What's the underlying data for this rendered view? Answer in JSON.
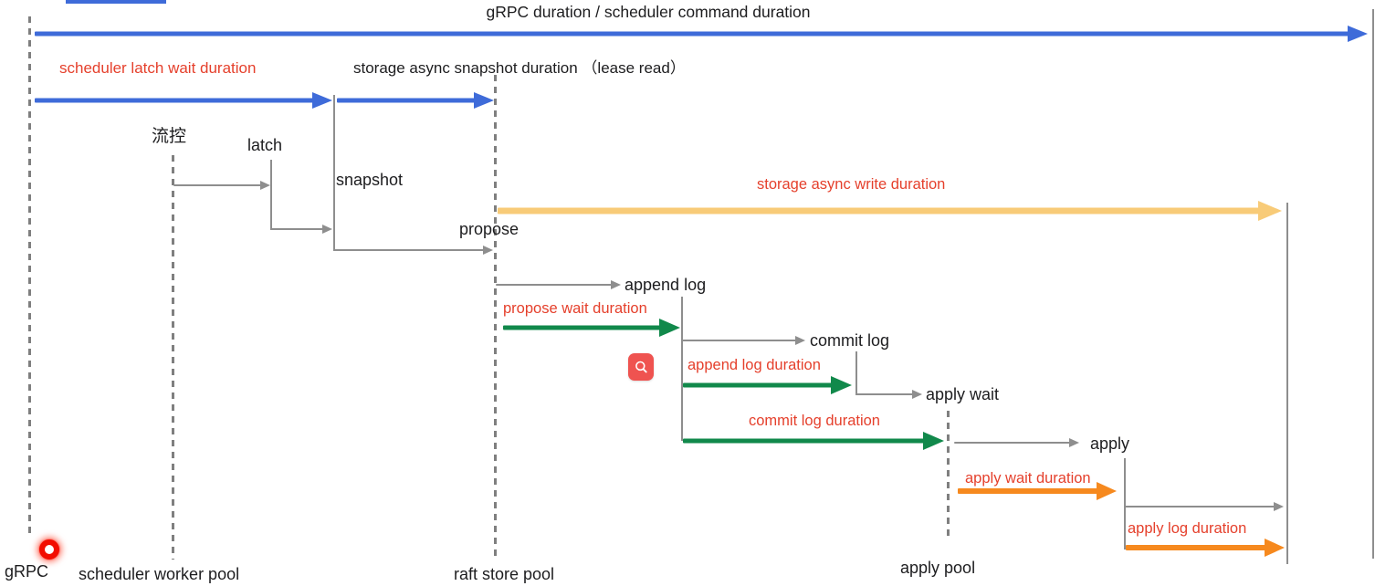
{
  "diagram": {
    "title": "gRPC duration / scheduler command duration",
    "durations": {
      "scheduler_latch_wait": "scheduler latch wait duration",
      "storage_async_snapshot": "storage async snapshot duration （lease read）",
      "storage_async_write": "storage async write duration",
      "propose_wait": "propose wait duration",
      "append_log": "append log duration",
      "commit_log": "commit log duration",
      "apply_wait": "apply wait duration",
      "apply_log": "apply log duration"
    },
    "events": {
      "flow_control": "流控",
      "latch": "latch",
      "snapshot": "snapshot",
      "propose": "propose",
      "append_log": "append log",
      "commit_log": "commit log",
      "apply_wait": "apply wait",
      "apply": "apply"
    },
    "lanes": {
      "grpc": "gRPC",
      "scheduler_worker_pool": "scheduler worker pool",
      "raft_store_pool": "raft store pool",
      "apply_pool": "apply pool"
    },
    "colors": {
      "blue": "#3E6BD9",
      "green": "#11894B",
      "orange": "#F6891E",
      "tan": "#F8CB78",
      "red_label": "#E5402C",
      "gray": "#8A8A8A",
      "magnifier_bg": "#EF5350",
      "record_dot": "#F20D00"
    },
    "icons": {
      "magnifier": "magnifier-icon",
      "record_dot": "record-dot-icon"
    }
  }
}
